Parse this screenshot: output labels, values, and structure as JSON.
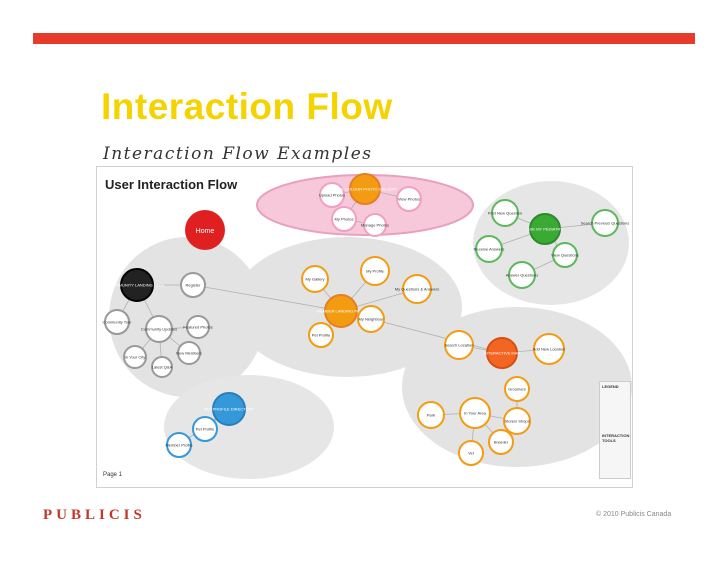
{
  "slide": {
    "title": "Interaction Flow",
    "subtitle": "Interaction Flow Examples",
    "logo": "PUBLICIS",
    "copyright": "© 2010 Publicis Canada"
  },
  "diagram": {
    "title": "User Interaction Flow",
    "page_label": "Page 1",
    "home_label": "Home",
    "legend_title": "LEGEND",
    "legend_tools": "INTERACTION TOOLS",
    "nodes": [
      {
        "label": "Upload Photos"
      },
      {
        "label": "TRUE COLOUR PHOTO GALLERY"
      },
      {
        "label": "View Photos"
      },
      {
        "label": "My Photos"
      },
      {
        "label": "Manage Photos"
      },
      {
        "label": "Post New Question"
      },
      {
        "label": "ASK MY PEDIATRY"
      },
      {
        "label": "Search Previous Questions"
      },
      {
        "label": "Receive Answers"
      },
      {
        "label": "View Questions"
      },
      {
        "label": "Answer Questions"
      },
      {
        "label": "COMMUNITY LANDING PAGE"
      },
      {
        "label": "Register"
      },
      {
        "label": "Community Tour"
      },
      {
        "label": "Community Updates"
      },
      {
        "label": "Featured Photos"
      },
      {
        "label": "In Your City"
      },
      {
        "label": "Latest Q&A"
      },
      {
        "label": "New Members"
      },
      {
        "label": "My Gallery"
      },
      {
        "label": "My Profile"
      },
      {
        "label": "MEMBER LANDING PAGE"
      },
      {
        "label": "My Questions & Answers"
      },
      {
        "label": "Pet Profile"
      },
      {
        "label": "My Neighbour"
      },
      {
        "label": "Search Location"
      },
      {
        "label": "INTERACTIVE MAP"
      },
      {
        "label": "Add New Location"
      },
      {
        "label": "PET PROFILE DIRECTORY"
      },
      {
        "label": "Pet Profile"
      },
      {
        "label": "Member Profile"
      },
      {
        "label": "Park"
      },
      {
        "label": "In Your Area"
      },
      {
        "label": "Stores/ Shops"
      },
      {
        "label": "Breeder"
      },
      {
        "label": "Vet"
      },
      {
        "label": "Groomers"
      }
    ]
  },
  "colors": {
    "accent_bar": "#e63a2a",
    "title": "#f4d300",
    "logo": "#c0392b"
  }
}
